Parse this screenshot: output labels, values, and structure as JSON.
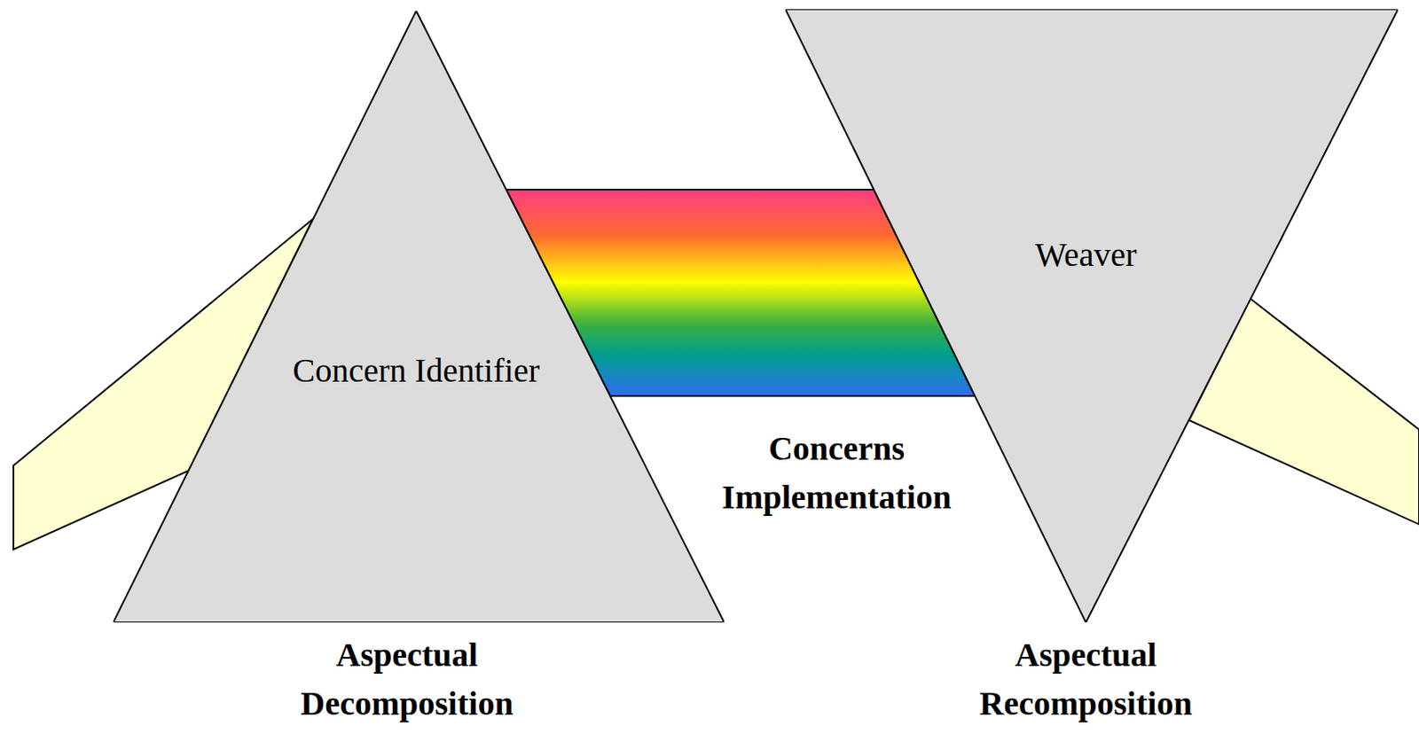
{
  "diagram": {
    "nodes": [
      {
        "text": [
          "Concern Identifier"
        ]
      },
      {
        "text": [
          "Weaver"
        ]
      }
    ],
    "edges": [
      {
        "from": 0,
        "to": 1,
        "arrow": "none",
        "label": "Concerns Implementation"
      }
    ],
    "labels": [
      "Aspectual Decomposition",
      "Aspectual Recomposition"
    ]
  }
}
